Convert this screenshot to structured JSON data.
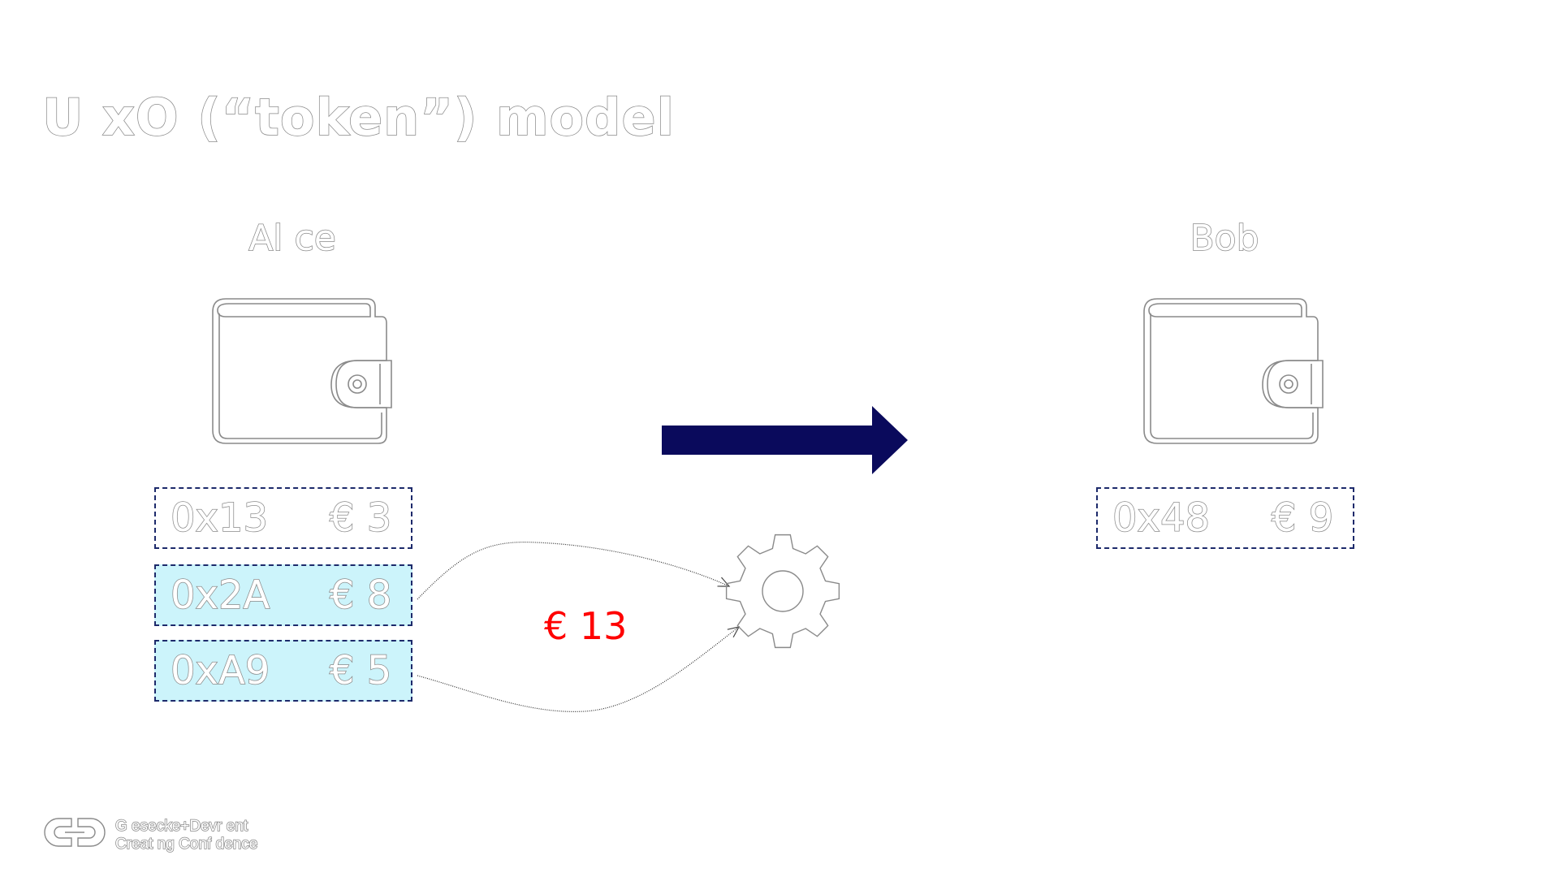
{
  "title": "U  xO (“token”)  model",
  "parties": {
    "alice": {
      "name": "Al ce"
    },
    "bob": {
      "name": "Bob"
    }
  },
  "tokens": {
    "alice": [
      {
        "id": "0x13",
        "value": "€ 3",
        "selected": false
      },
      {
        "id": "0x2A",
        "value": "€ 8",
        "selected": true
      },
      {
        "id": "0xA9",
        "value": "€ 5",
        "selected": true
      }
    ],
    "bob": [
      {
        "id": "0x48",
        "value": "€ 9",
        "selected": false
      }
    ]
  },
  "transaction": {
    "sum_label": "€ 13"
  },
  "footer": {
    "company": "G esecke+Devr ent",
    "tagline": "Creat ng Conf dence"
  },
  "colors": {
    "arrow": "#0a0a5c",
    "selected_fill": "#ccf4fb",
    "dashed_border": "#1d2a6b",
    "sum_text": "#ff0000"
  },
  "icons": [
    "wallet-icon",
    "gear-icon",
    "transfer-arrow-icon",
    "gd-logo-icon"
  ]
}
